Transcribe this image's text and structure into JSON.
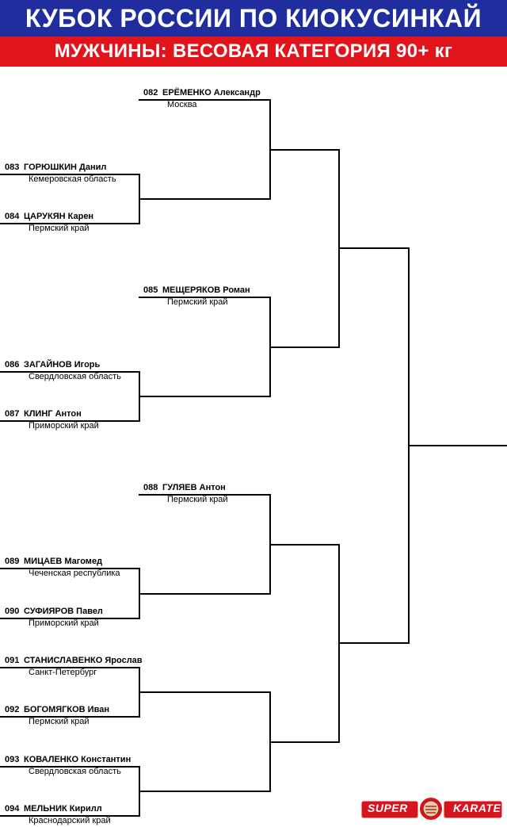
{
  "header": {
    "title": "КУБОК РОССИИ ПО КИОКУСИНКАЙ",
    "subtitle": "МУЖЧИНЫ: ВЕСОВАЯ КАТЕГОРИЯ 90+ кг",
    "title_bg": "#1f2d9e",
    "subtitle_bg": "#e1141c"
  },
  "fighters": [
    {
      "num": "082",
      "name": "ЕРЁМЕНКО Александр",
      "region": "Москва"
    },
    {
      "num": "083",
      "name": "ГОРЮШКИН Данил",
      "region": "Кемеровская область"
    },
    {
      "num": "084",
      "name": "ЦАРУКЯН Карен",
      "region": "Пермский край"
    },
    {
      "num": "085",
      "name": "МЕЩЕРЯКОВ Роман",
      "region": "Пермский край"
    },
    {
      "num": "086",
      "name": "ЗАГАЙНОВ Игорь",
      "region": "Свердловская область"
    },
    {
      "num": "087",
      "name": "КЛИНГ Антон",
      "region": "Приморский край"
    },
    {
      "num": "088",
      "name": "ГУЛЯЕВ Антон",
      "region": "Пермский край"
    },
    {
      "num": "089",
      "name": "МИЦАЕВ Магомед",
      "region": "Чеченская республика"
    },
    {
      "num": "090",
      "name": "СУФИЯРОВ Павел",
      "region": "Приморский край"
    },
    {
      "num": "091",
      "name": "СТАНИСЛАВЕНКО Ярослав",
      "region": "Санкт-Петербург"
    },
    {
      "num": "092",
      "name": "БОГОМЯГКОВ Иван",
      "region": "Пермский край"
    },
    {
      "num": "093",
      "name": "КОВАЛЕНКО Константин",
      "region": "Свердловская область"
    },
    {
      "num": "094",
      "name": "МЕЛЬНИК Кирилл",
      "region": "Краснодарский край"
    }
  ],
  "logo": {
    "left_text": "SUPER",
    "right_text": "KARATE",
    "color": "#d7151f"
  }
}
